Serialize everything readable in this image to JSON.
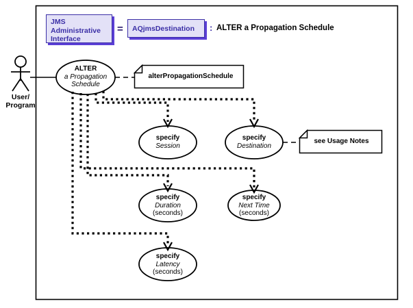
{
  "diagram": {
    "frame": {
      "name": "diagram-frame"
    },
    "header": {
      "stereotype_left": "JMS\nAdministrative\nInterface",
      "stereotype_left_lines": [
        "JMS",
        "Administrative",
        "Interface"
      ],
      "equals": "=",
      "stereotype_right": "AQjmsDestination",
      "colon": ":",
      "title": "ALTER a Propagation Schedule",
      "accent_color": "#3b2fa6",
      "box_fill": "#e3e1f7",
      "shadow_color": "#5b3fd6"
    },
    "actor": {
      "label_line1": "User/",
      "label_line2": "Program",
      "icon": "stick-figure-actor-icon"
    },
    "use_cases": [
      {
        "id": "alter-propagation-schedule",
        "bold": "ALTER",
        "italic1": "a Propagation",
        "italic2": "Schedule",
        "plain": ""
      },
      {
        "id": "specify-session",
        "bold": "specify",
        "italic1": "Session",
        "italic2": "",
        "plain": ""
      },
      {
        "id": "specify-destination",
        "bold": "specify",
        "italic1": "Destination",
        "italic2": "",
        "plain": ""
      },
      {
        "id": "specify-duration",
        "bold": "specify",
        "italic1": "Duration",
        "italic2": "",
        "plain": "(seconds)"
      },
      {
        "id": "specify-next-time",
        "bold": "specify",
        "italic1": "Next Time",
        "italic2": "",
        "plain": "(seconds)"
      },
      {
        "id": "specify-latency",
        "bold": "specify",
        "italic1": "Latency",
        "italic2": "",
        "plain": "(seconds)"
      }
    ],
    "notes": [
      {
        "id": "note-alter-propagation-schedule",
        "text": "alterPropagationSchedule"
      },
      {
        "id": "note-see-usage-notes",
        "text": "see Usage Notes"
      }
    ]
  }
}
